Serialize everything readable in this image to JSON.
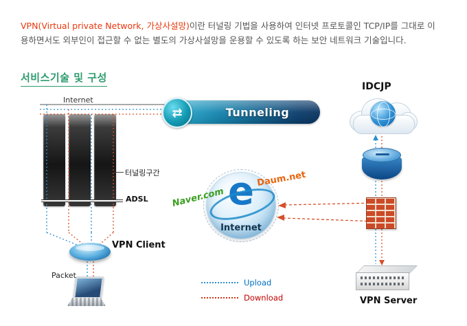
{
  "intro": {
    "highlight": "VPN(Virtual private Network, 가상사설망)",
    "body": "이란 터널링 기법을 사용하여 인터넷 프로토콜인 TCP/IP를 그대로 이용하면서도 외부인이 접근할 수 없는 별도의 가상사설망을 운용할 수 있도록 하는 보안 네트워크 기술입니다."
  },
  "section_heading": "서비스기술 및 구성",
  "icons": {
    "tunneling_swap": "⇄",
    "ie_logo_letter": "e"
  },
  "diagram": {
    "internet_line_label": "Internet",
    "tunneling_label": "Tunneling",
    "idcjp_label": "IDCJP",
    "tunnel_zone_label": "터널링구간",
    "adsl_label": "ADSL",
    "vpn_client_label": "VPN Client",
    "packet_label": "Packet",
    "globe_label": "Internet",
    "naver_label": "Naver.com",
    "daum_label": "Daum.net",
    "vpn_server_label": "VPN Server",
    "legend": {
      "upload_label": "Upload",
      "download_label": "Download"
    }
  },
  "colors": {
    "highlight_red": "#e8380d",
    "heading_green": "#2d9c6e",
    "upload_blue": "#0070c0",
    "download_red": "#c00000",
    "wire_blue": "#2e8fd0",
    "wire_red": "#d6502a",
    "naver_green": "#3a9e1e",
    "daum_orange": "#e8650d",
    "banner_teal": "#31b7d6",
    "banner_navy": "#0b3e6e"
  }
}
